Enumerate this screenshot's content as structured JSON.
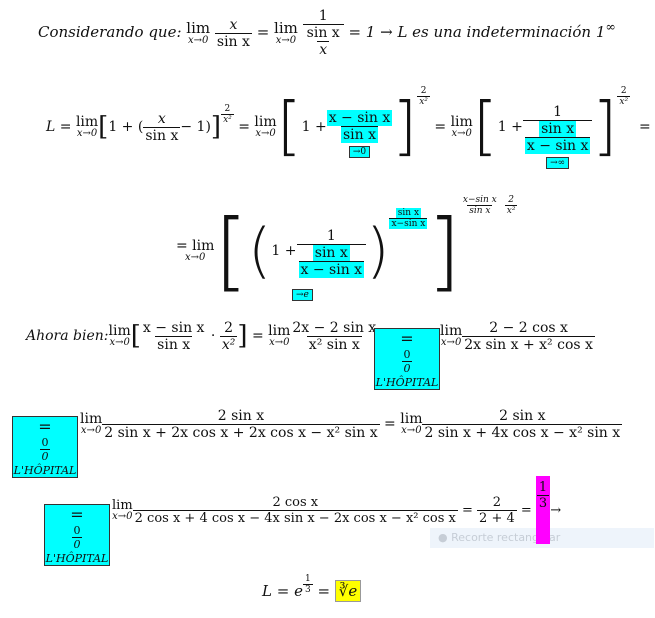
{
  "line1": {
    "intro": "Considerando que: ",
    "lim": "lim",
    "sub": "x→0",
    "num1": "x",
    "den1": "sin x",
    "num2": "1",
    "den2a": "sin x",
    "den2b": "x",
    "tail": "= 1 → L es una indeterminación 1",
    "tail_sup": "∞"
  },
  "line2": {
    "L": "L =",
    "one_plus": "1 + (",
    "xn": "x",
    "xd": "sin x",
    "minus_one": "− 1)",
    "exp": "2",
    "exp_den": "x²",
    "fracA_num": "x − sin x",
    "fracA_den": "sin x",
    "tag0": "→0",
    "fracB_num": "1",
    "fracB_den1": "sin x",
    "fracB_den2": "x − sin x",
    "tagInf": "→∞"
  },
  "line3": {
    "eq": "= lim",
    "sub": "x→0",
    "num": "1",
    "den1": "sin x",
    "den2": "x − sin x",
    "exp_num": "sin x",
    "exp_den": "x−sin x",
    "outer_exp": "x−sin x",
    "outer_exp_den": "sin x",
    "outer_exp2_num": "2",
    "outer_exp2_den": "x²",
    "tagE": "→e"
  },
  "line4": {
    "intro": "Ahora bien: ",
    "f1_num": "x − sin x",
    "f1_den": "sin x",
    "f2_num": "2",
    "f2_den": "x²",
    "f3_num": "2x − 2 sin x",
    "f3_den": "x² sin x",
    "f4_num": "2 − 2 cos x",
    "f4_den": "2x sin x + x² cos x"
  },
  "line5": {
    "f1_num": "2 sin x",
    "f1_den": "2 sin x + 2x cos x + 2x cos x − x² sin x",
    "f2_num": "2 sin x",
    "f2_den": "2 sin x + 4x cos x − x² sin x"
  },
  "line6": {
    "f1_num": "2 cos x",
    "f1_den": "2 cos x + 4 cos x − 4x sin x − 2x cos x − x² cos x",
    "f2_num": "2",
    "f2_den": "2 + 4",
    "f3_num": "1",
    "f3_den": "3",
    "arrow": "→"
  },
  "line7": {
    "L": "L = e",
    "exp_num": "1",
    "exp_den": "3",
    "result": "∛e"
  },
  "hopital": {
    "top": "0",
    "bottom": "0",
    "label": "L'HÔPITAL"
  },
  "ghost_tooltip": "Recorte rectangular"
}
